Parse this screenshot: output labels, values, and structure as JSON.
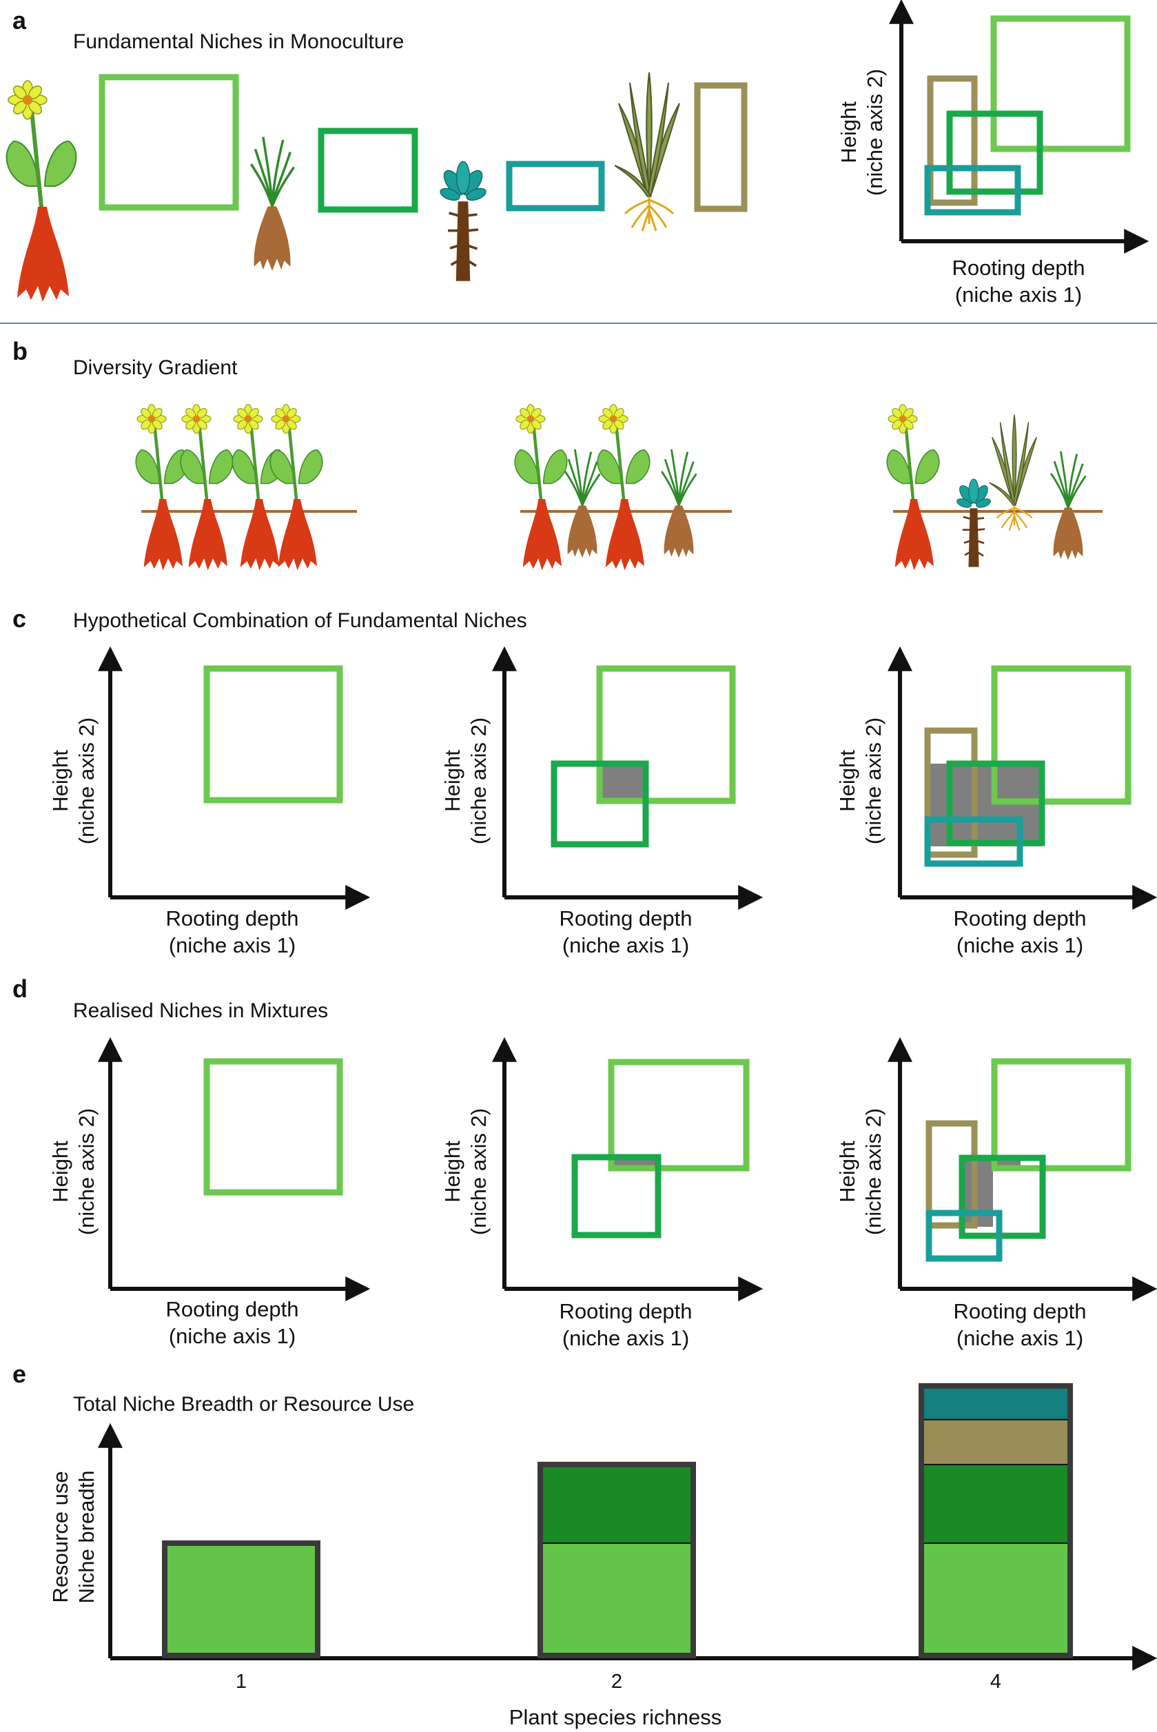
{
  "panels": {
    "a": {
      "label": "a",
      "title": "Fundamental Niches in Monoculture"
    },
    "b": {
      "label": "b",
      "title": "Diversity Gradient"
    },
    "c": {
      "label": "c",
      "title": "Hypothetical Combination of Fundamental Niches"
    },
    "d": {
      "label": "d",
      "title": "Realised Niches in Mixtures"
    },
    "e": {
      "label": "e",
      "title": "Total Niche Breadth or Resource Use"
    }
  },
  "axes": {
    "x_line1": "Rooting depth",
    "x_line2": "(niche axis 1)",
    "y_line1": "Height",
    "y_line2": "(niche axis 2)"
  },
  "colors": {
    "species_1_flower": "#6cc84e",
    "species_2_grass": "#1aa84a",
    "species_3_rosette": "#1a9e9a",
    "species_4_sedge": "#9a9058",
    "overlap": "#7f7f7f",
    "divider": "#5b86b8"
  },
  "chart_data": {
    "type": "bar",
    "title": "Total Niche Breadth or Resource Use",
    "xlabel": "Plant species richness",
    "ylabel": [
      "Resource use",
      "Niche breadth"
    ],
    "categories": [
      "1",
      "2",
      "4"
    ],
    "stacked": true,
    "series": [
      {
        "color": "#62c44a",
        "values": [
          1.0,
          1.0,
          1.0
        ]
      },
      {
        "color": "#1a8a24",
        "values": [
          0,
          0.7,
          0.7
        ]
      },
      {
        "color": "#9a8e58",
        "values": [
          0,
          0,
          0.4
        ]
      },
      {
        "color": "#148080",
        "values": [
          0,
          0,
          0.3
        ]
      }
    ],
    "totals": [
      1.0,
      1.7,
      2.4
    ]
  }
}
